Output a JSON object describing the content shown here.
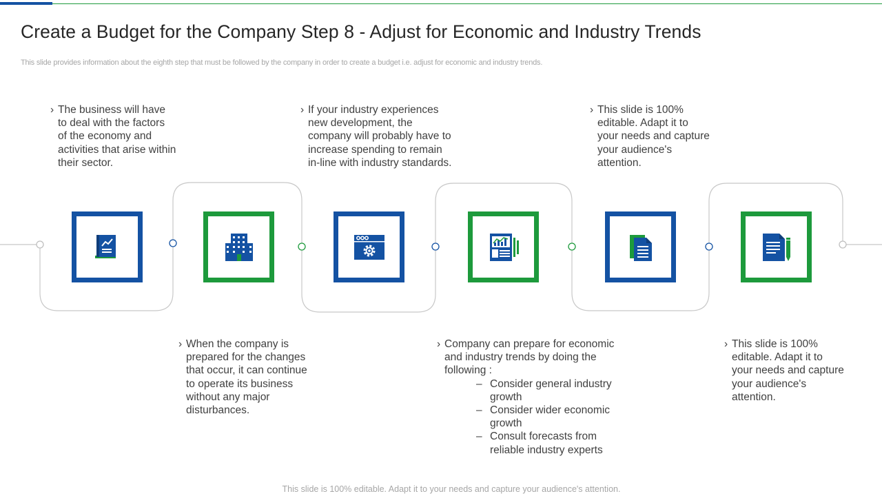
{
  "slide": {
    "title": "Create a Budget for the Company Step 8 - Adjust for Economic and Industry Trends",
    "subtitle": "This slide provides information about the eighth step that must be followed by the company in order to create a budget i.e. adjust for economic and industry trends.",
    "footer": "This slide is 100% editable. Adapt it to your needs and capture your audience's attention."
  },
  "colors": {
    "blue": "#1452a3",
    "green": "#1d9a3c",
    "line": "#bfbfbf"
  },
  "bullet_glyph": "›",
  "dash_glyph": "–",
  "steps": [
    {
      "icon": "report-book-icon",
      "text": "The business will have to deal with the factors of the economy and activities that arise within their sector."
    },
    {
      "icon": "office-building-icon",
      "text": "When the company is prepared for the changes that occur, it can continue to operate its business without any major disturbances."
    },
    {
      "icon": "browser-gear-icon",
      "text": "If your industry experiences new development, the company will probably have to increase spending to remain in-line with industry standards."
    },
    {
      "icon": "analytics-report-icon",
      "text": "Company can prepare for economic and industry trends by doing the following :",
      "subitems": [
        "Consider general industry growth",
        "Consider wider economic growth",
        "Consult forecasts from reliable industry experts"
      ]
    },
    {
      "icon": "documents-icon",
      "text": "This slide is 100% editable. Adapt it to your needs and capture your audience's attention."
    },
    {
      "icon": "document-pen-icon",
      "text": "This slide is 100% editable. Adapt it to your needs and capture your audience's attention."
    }
  ]
}
